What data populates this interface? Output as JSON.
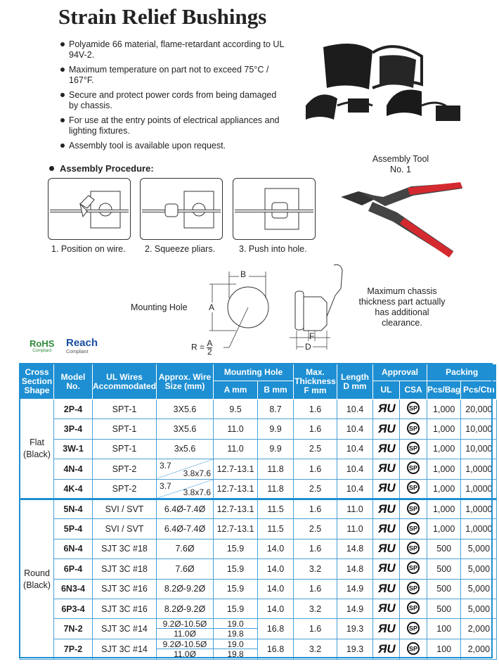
{
  "title": "Strain Relief Bushings",
  "bullets": [
    "Polyamide 66 material, flame-retardant according to UL 94V-2.",
    "Maximum temperature on part not to exceed 75°C / 167°F.",
    "Secure and protect power cords from being damaged by chassis.",
    "For use at the entry points of electrical appliances and lighting fixtures.",
    "Assembly tool is available upon request."
  ],
  "assembly": {
    "heading": "Assembly Procedure:",
    "steps": [
      "1. Position on wire.",
      "2. Squeeze pliars.",
      "3. Push into hole."
    ]
  },
  "tool": {
    "label": "Assembly Tool",
    "number": "No. 1"
  },
  "diagram": {
    "mounting_hole": "Mounting Hole",
    "a": "A",
    "b": "B",
    "r": "R =",
    "r_num": "A",
    "r_den": "2",
    "f": "F",
    "d": "D",
    "note": "Maximum chassis thickness part actually has additional clearance."
  },
  "badges": {
    "rohs": "RoHS",
    "rohs_sub": "Compliant",
    "reach": "Reach",
    "reach_sub": "Compliant"
  },
  "colors": {
    "header": "#1e8fd2",
    "handle": "#d42a2f"
  },
  "table": {
    "headers": {
      "shape": "Cross Section Shape",
      "model": "Model No.",
      "ul_wires": "UL Wires Accommodated",
      "wire_size": "Approx. Wire Size (mm)",
      "mounting_hole": "Mounting Hole",
      "a": "A mm",
      "b": "B mm",
      "thickness": "Max. Thickness F mm",
      "length": "Length D mm",
      "approval": "Approval",
      "ul": "UL",
      "csa": "CSA",
      "packing": "Packing",
      "bag": "Pcs/Bag",
      "ctn": "Pcs/Ctn"
    },
    "groups": [
      {
        "shape": "Flat (Black)",
        "rows": 5
      },
      {
        "shape": "Round (Black)",
        "rows": 8
      }
    ],
    "rows": [
      {
        "model": "2P-4",
        "ul": "SPT-1",
        "wire": "3X5.6",
        "a": "9.5",
        "b": "8.7",
        "f": "1.6",
        "d": "10.4",
        "bag": "1,000",
        "ctn": "20,000"
      },
      {
        "model": "3P-4",
        "ul": "SPT-1",
        "wire": "3X5.6",
        "a": "11.0",
        "b": "9.9",
        "f": "1.6",
        "d": "10.4",
        "bag": "1,000",
        "ctn": "10,000"
      },
      {
        "model": "3W-1",
        "ul": "SPT-1",
        "wire": "3x5.6",
        "a": "11.0",
        "b": "9.9",
        "f": "2.5",
        "d": "10.4",
        "bag": "1,000",
        "ctn": "10,000"
      },
      {
        "model": "4N-4",
        "ul": "SPT-2",
        "wire_split": [
          "3.7",
          "3.8x7.6"
        ],
        "a": "12.7-13.1",
        "b": "11.8",
        "f": "1.6",
        "d": "10.4",
        "bag": "1,000",
        "ctn": "1,0000"
      },
      {
        "model": "4K-4",
        "ul": "SPT-2",
        "wire_split": [
          "3.7",
          "3.8x7.6"
        ],
        "a": "12.7-13.1",
        "b": "11.8",
        "f": "2.5",
        "d": "10.4",
        "bag": "1,000",
        "ctn": "1,0000"
      },
      {
        "model": "5N-4",
        "ul": "SVI / SVT",
        "wire": "6.4Ø-7.4Ø",
        "a": "12.7-13.1",
        "b": "11.5",
        "f": "1.6",
        "d": "11.0",
        "bag": "1,000",
        "ctn": "1,0000"
      },
      {
        "model": "5P-4",
        "ul": "SVI / SVT",
        "wire": "6.4Ø-7.4Ø",
        "a": "12.7-13.1",
        "b": "11.5",
        "f": "2.5",
        "d": "11.0",
        "bag": "1,000",
        "ctn": "1,0000"
      },
      {
        "model": "6N-4",
        "ul": "SJT 3C #18",
        "wire": "7.6Ø",
        "a": "15.9",
        "b": "14.0",
        "f": "1.6",
        "d": "14.8",
        "bag": "500",
        "ctn": "5,000"
      },
      {
        "model": "6P-4",
        "ul": "SJT 3C #18",
        "wire": "7.6Ø",
        "a": "15.9",
        "b": "14.0",
        "f": "3.2",
        "d": "14.8",
        "bag": "500",
        "ctn": "5,000"
      },
      {
        "model": "6N3-4",
        "ul": "SJT 3C #16",
        "wire": "8.2Ø-9.2Ø",
        "a": "15.9",
        "b": "14.0",
        "f": "1.6",
        "d": "14.9",
        "bag": "500",
        "ctn": "5,000"
      },
      {
        "model": "6P3-4",
        "ul": "SJT 3C #16",
        "wire": "8.2Ø-9.2Ø",
        "a": "15.9",
        "b": "14.0",
        "f": "3.2",
        "d": "14.9",
        "bag": "500",
        "ctn": "5,000"
      },
      {
        "model": "7N-2",
        "ul": "SJT 3C #14",
        "wire_two": [
          "9.2Ø-10.5Ø",
          "11.0Ø"
        ],
        "a_two": [
          "19.0",
          "19.8"
        ],
        "b": "16.8",
        "f": "1.6",
        "d": "19.3",
        "bag": "100",
        "ctn": "2,000"
      },
      {
        "model": "7P-2",
        "ul": "SJT 3C #14",
        "wire_two": [
          "9.2Ø-10.5Ø",
          "11.0Ø"
        ],
        "a_two": [
          "19.0",
          "19.8"
        ],
        "b": "16.8",
        "f": "3.2",
        "d": "19.3",
        "bag": "100",
        "ctn": "2,000"
      }
    ]
  }
}
